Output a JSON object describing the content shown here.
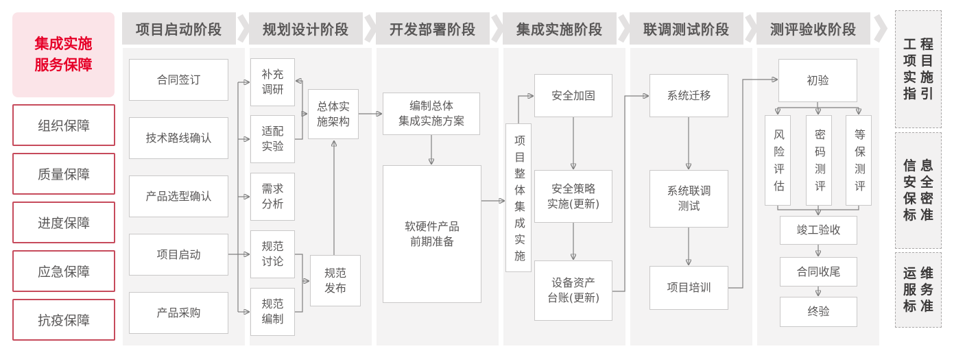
{
  "sidebar": {
    "title": "集成实施\n服务保障",
    "items": [
      "组织保障",
      "质量保障",
      "进度保障",
      "应急保障",
      "抗疫保障"
    ]
  },
  "phases": [
    {
      "label": "项目启动阶段",
      "boxes": [
        "合同签订",
        "技术路线确认",
        "产品选型确认",
        "项目启动",
        "产品采购"
      ]
    },
    {
      "label": "规划设计阶段",
      "boxes": [
        "补充\n调研",
        "适配\n实验",
        "需求\n分析",
        "规范\n讨论",
        "规范\n编制",
        "总体实\n施架构",
        "规范\n发布"
      ]
    },
    {
      "label": "开发部署阶段",
      "boxes": [
        "编制总体\n集成实施方案",
        "软硬件产品\n前期准备"
      ]
    },
    {
      "label": "集成实施阶段",
      "boxes": [
        "项目整体集成实施",
        "安全加固",
        "安全策略\n实施(更新)",
        "设备资产\n台账(更新)"
      ]
    },
    {
      "label": "联调测试阶段",
      "boxes": [
        "系统迁移",
        "系统联调\n测试",
        "项目培训"
      ]
    },
    {
      "label": "测评验收阶段",
      "boxes": [
        "初验",
        "风险评估",
        "密码测评",
        "等保测评",
        "竣工验收",
        "合同收尾",
        "终验"
      ]
    }
  ],
  "right_panel": {
    "items": [
      "工程\n项目\n实施\n指引",
      "信息\n安全\n保密\n标准",
      "运维\n服务\n标准"
    ]
  },
  "colors": {
    "accent_red": "#e60028",
    "pink_bg": "#fbe4e8",
    "red_border": "#c64a5b",
    "text_gray": "#595757",
    "panel_bg": "#f4f3f3",
    "header_bg": "#e3e1e1",
    "box_border": "#c9c8c8",
    "connector": "#7f7f7f",
    "dark_text": "#3a3838"
  }
}
